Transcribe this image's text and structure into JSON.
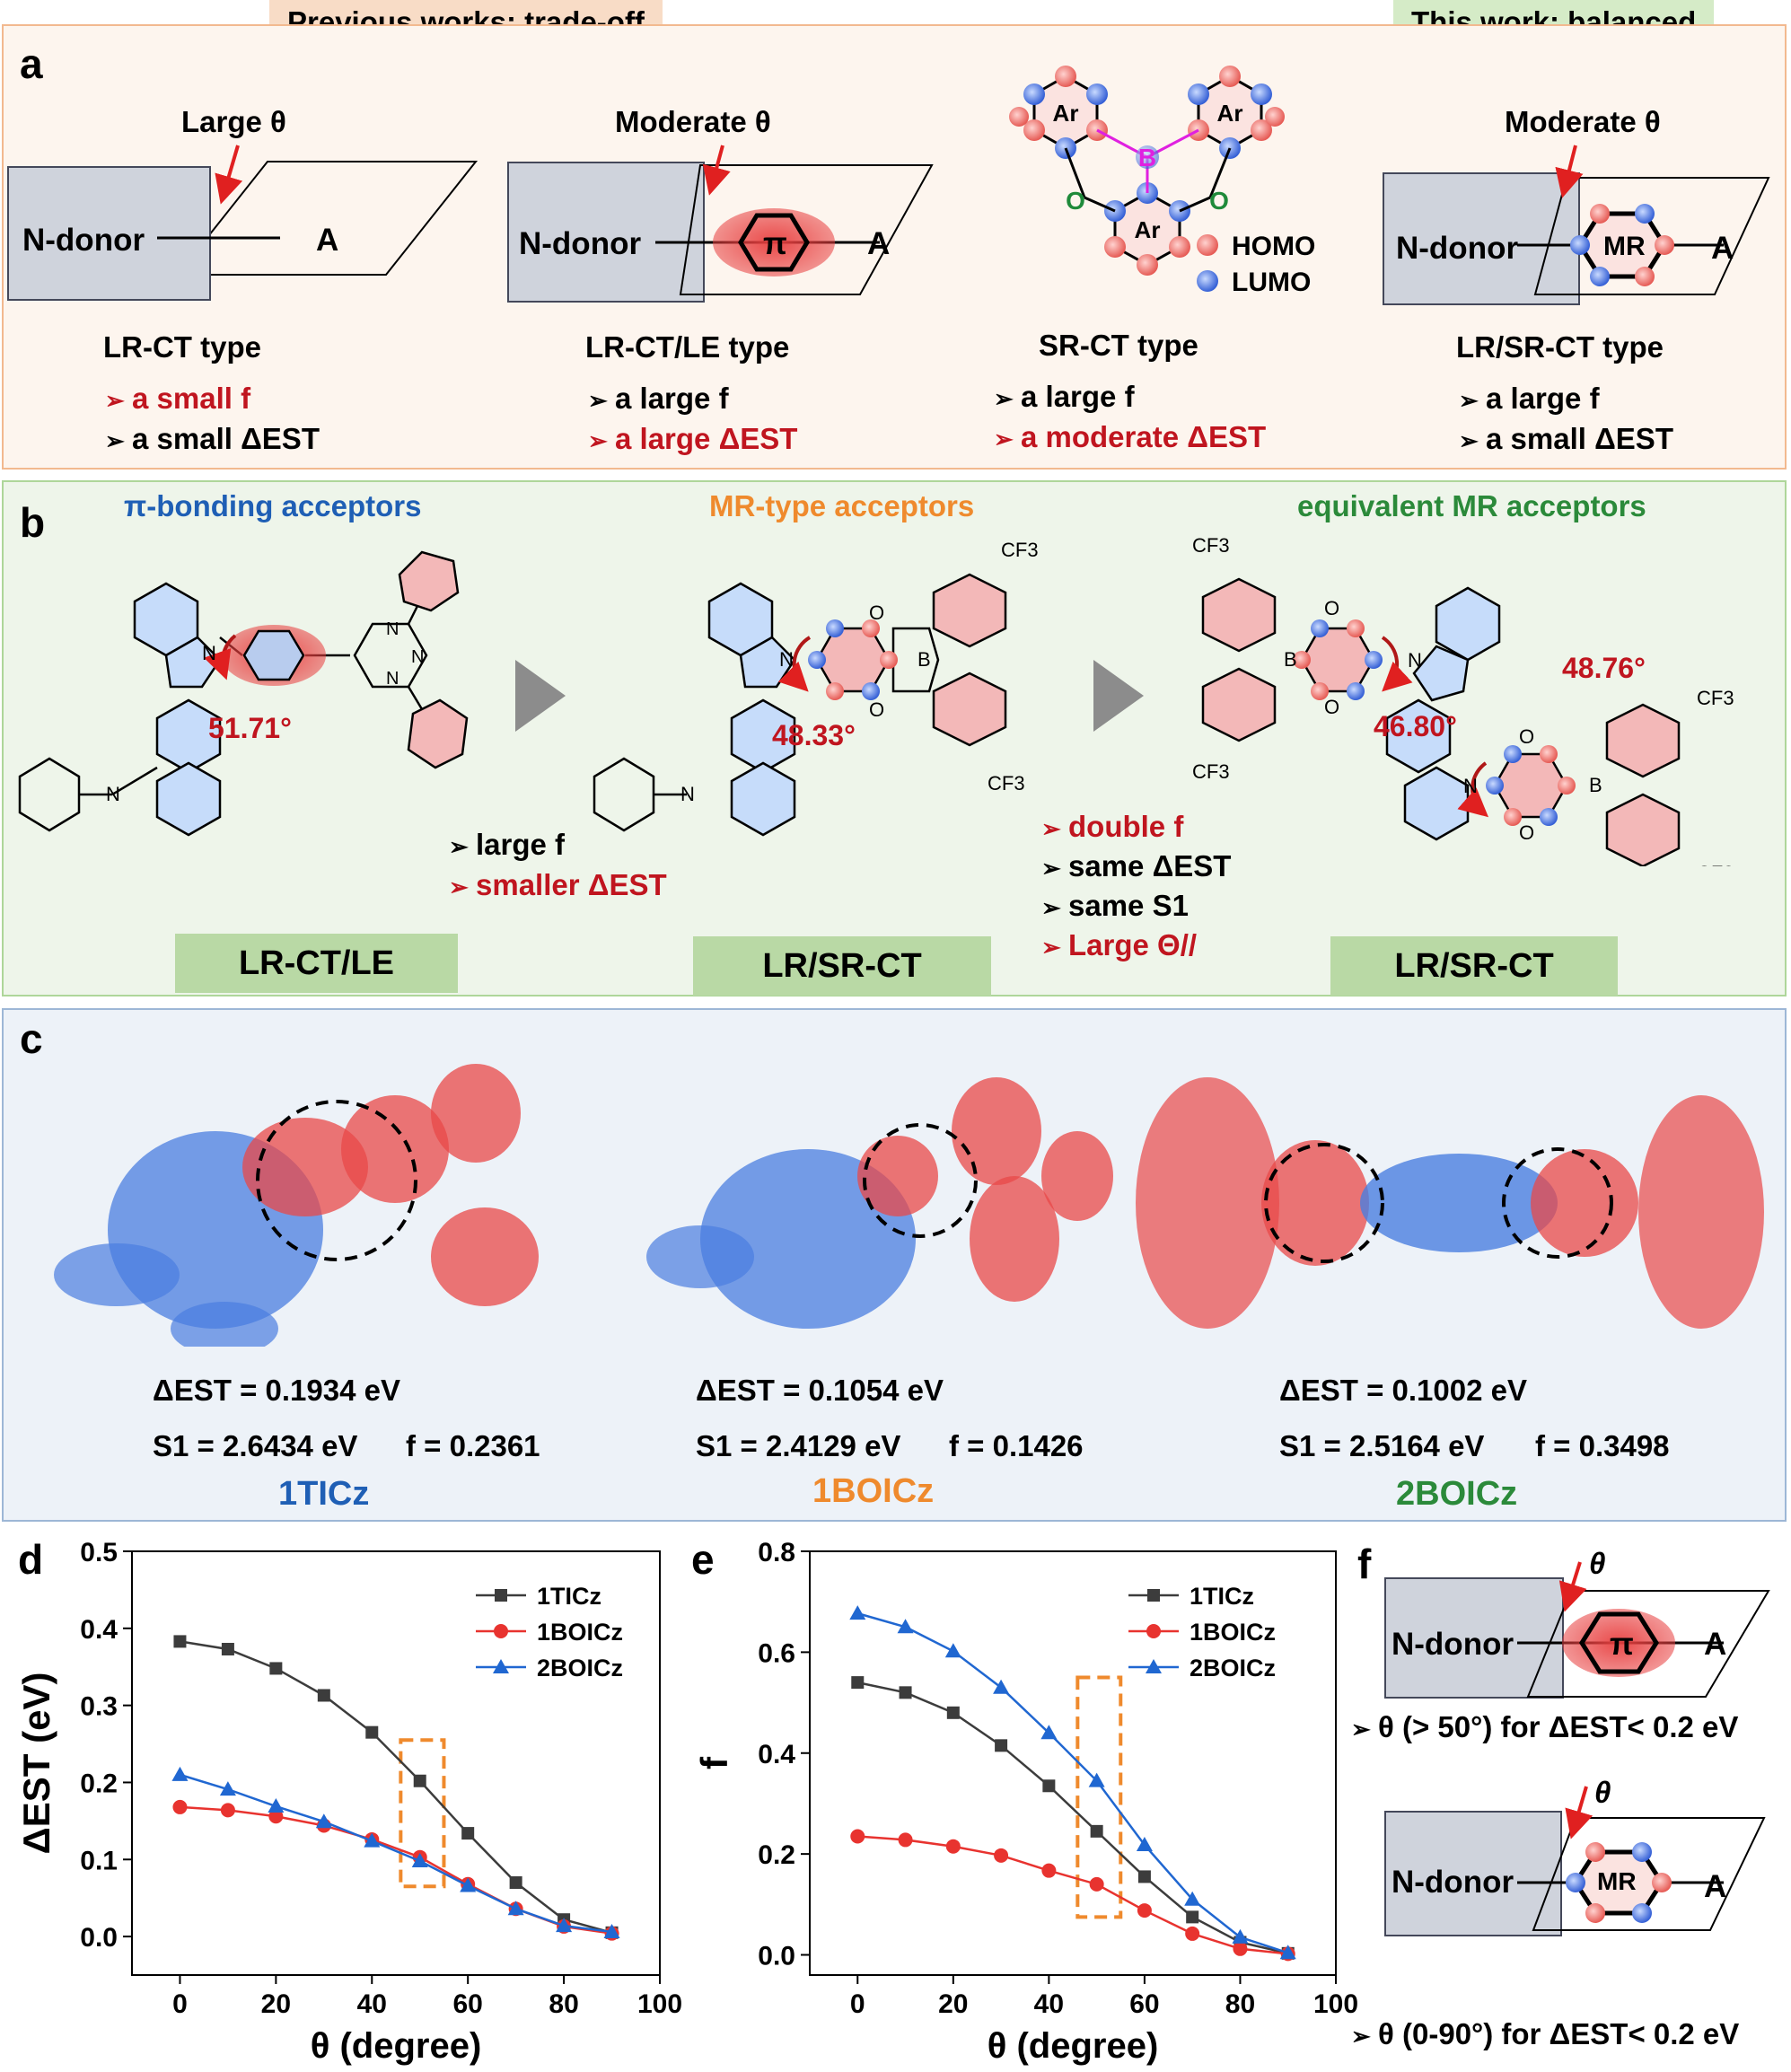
{
  "header": {
    "left_tag": "Previous works: trade-off",
    "right_tag": "This work: balanced"
  },
  "colors": {
    "red": "#c0151f",
    "blue": "#1f5fb5",
    "orange": "#ef8a2d",
    "green": "#2b8a3a",
    "homo": "#e9605a",
    "lumo": "#3e6ed8"
  },
  "panel_a": {
    "letter": "a",
    "col1": {
      "angle": "Large θ",
      "donor": "N-donor",
      "acceptor": "A",
      "type": "LR-CT type",
      "b1": "a small f",
      "b2": "a small ΔEST"
    },
    "col2": {
      "angle": "Moderate θ",
      "donor": "N-donor",
      "bridge": "π",
      "acceptor": "A",
      "type": "LR-CT/LE type",
      "b1": "a large f",
      "b2": "a large ΔEST"
    },
    "col3": {
      "ring1": "Ar",
      "ring2": "Ar",
      "ring3": "Ar",
      "atom_b": "B",
      "atom_o1": "O",
      "atom_o2": "O",
      "homo": "HOMO",
      "lumo": "LUMO",
      "type": "SR-CT type",
      "b1": "a large f",
      "b2": "a moderate ΔEST"
    },
    "col4": {
      "angle": "Moderate θ",
      "donor": "N-donor",
      "core": "MR",
      "acceptor": "A",
      "type": "LR/SR-CT type",
      "b1": "a large f",
      "b2": "a small ΔEST"
    }
  },
  "panel_b": {
    "letter": "b",
    "head1": "π-bonding acceptors",
    "head2": "MR-type acceptors",
    "head3": "equivalent MR acceptors",
    "angle1": "51.71°",
    "angle2": "48.33°",
    "angle3": "46.80°",
    "angle4": "48.76°",
    "atoms": {
      "n": "N",
      "b": "B",
      "o": "O",
      "cf3": "CF3"
    },
    "mid1": {
      "b1": "large f",
      "b2": "smaller ΔEST"
    },
    "mid2": {
      "b1": "double f",
      "b2": "same ΔEST",
      "b3": "same S1",
      "b4": "Large Θ//"
    },
    "box1": "LR-CT/LE",
    "box2": "LR/SR-CT",
    "box3": "LR/SR-CT"
  },
  "panel_c": {
    "letter": "c",
    "mol1": {
      "dest": "ΔEST = 0.1934 eV",
      "s1": "S1 = 2.6434 eV",
      "f": "f = 0.2361",
      "name": "1TICz"
    },
    "mol2": {
      "dest": "ΔEST = 0.1054 eV",
      "s1": "S1 = 2.4129 eV",
      "f": "f = 0.1426",
      "name": "1BOICz"
    },
    "mol3": {
      "dest": "ΔEST = 0.1002 eV",
      "s1": "S1 = 2.5164 eV",
      "f": "f = 0.3498",
      "name": "2BOICz"
    }
  },
  "chart_data": [
    {
      "panel": "d",
      "type": "line",
      "xlabel": "θ (degree)",
      "ylabel": "ΔEST (eV)",
      "xlim": [
        -10,
        100
      ],
      "ylim": [
        -0.05,
        0.5
      ],
      "xticks": [
        0,
        20,
        40,
        60,
        80,
        100
      ],
      "yticks": [
        0.0,
        0.1,
        0.2,
        0.3,
        0.4,
        0.5
      ],
      "x": [
        0,
        10,
        20,
        30,
        40,
        50,
        60,
        70,
        80,
        90
      ],
      "series": [
        {
          "name": "1TICz",
          "color": "#3c3c3c",
          "marker": "square",
          "values": [
            0.383,
            0.373,
            0.348,
            0.313,
            0.265,
            0.202,
            0.134,
            0.07,
            0.022,
            0.005
          ]
        },
        {
          "name": "1BOICz",
          "color": "#e8332f",
          "marker": "circle",
          "values": [
            0.168,
            0.164,
            0.156,
            0.144,
            0.126,
            0.103,
            0.068,
            0.036,
            0.013,
            0.004
          ]
        },
        {
          "name": "2BOICz",
          "color": "#2067d1",
          "marker": "triangle",
          "values": [
            0.21,
            0.191,
            0.169,
            0.149,
            0.124,
            0.098,
            0.066,
            0.036,
            0.014,
            0.006
          ]
        }
      ],
      "highlight": {
        "x": [
          46,
          55
        ],
        "y": [
          0.065,
          0.255
        ]
      }
    },
    {
      "panel": "e",
      "type": "line",
      "xlabel": "θ (degree)",
      "ylabel": "f",
      "xlim": [
        -10,
        100
      ],
      "ylim": [
        -0.04,
        0.8
      ],
      "xticks": [
        0,
        20,
        40,
        60,
        80,
        100
      ],
      "yticks": [
        0.0,
        0.2,
        0.4,
        0.6,
        0.8
      ],
      "x": [
        0,
        10,
        20,
        30,
        40,
        50,
        60,
        70,
        80,
        90
      ],
      "series": [
        {
          "name": "1TICz",
          "color": "#3c3c3c",
          "marker": "square",
          "values": [
            0.54,
            0.52,
            0.48,
            0.415,
            0.335,
            0.245,
            0.155,
            0.075,
            0.025,
            0.003
          ]
        },
        {
          "name": "1BOICz",
          "color": "#e8332f",
          "marker": "circle",
          "values": [
            0.235,
            0.228,
            0.215,
            0.197,
            0.167,
            0.14,
            0.088,
            0.042,
            0.012,
            0.002
          ]
        },
        {
          "name": "2BOICz",
          "color": "#2067d1",
          "marker": "triangle",
          "values": [
            0.677,
            0.65,
            0.602,
            0.53,
            0.44,
            0.345,
            0.218,
            0.11,
            0.035,
            0.004
          ]
        }
      ],
      "highlight": {
        "x": [
          46,
          55
        ],
        "y": [
          0.075,
          0.55
        ]
      }
    }
  ],
  "panel_f": {
    "letter": "f",
    "top": {
      "angle": "θ",
      "donor": "N-donor",
      "bridge": "π",
      "acceptor": "A",
      "rule": "θ (> 50°) for ΔEST< 0.2 eV"
    },
    "bottom": {
      "angle": "θ",
      "donor": "N-donor",
      "core": "MR",
      "acceptor": "A",
      "rule": "θ (0-90°) for ΔEST< 0.2 eV"
    }
  }
}
